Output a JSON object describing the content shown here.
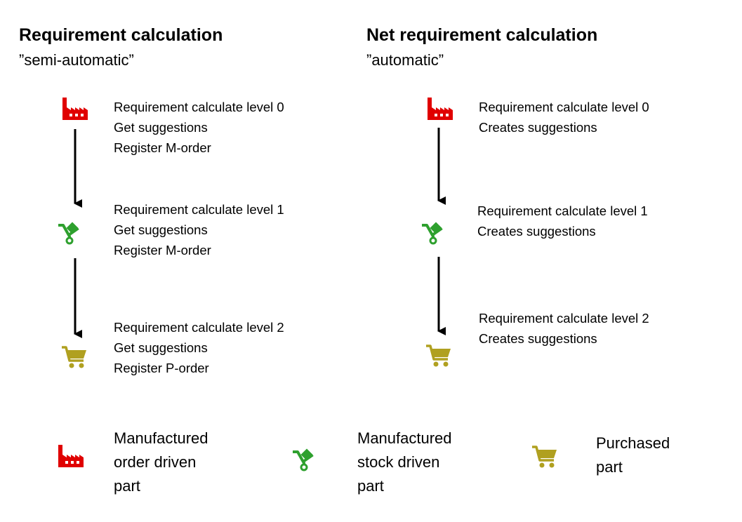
{
  "colors": {
    "factory": "#e00000",
    "trolley": "#2ea02e",
    "cart": "#b0a020",
    "arrow": "#000000"
  },
  "left": {
    "title": "Requirement calculation",
    "subtitle": "”semi-automatic”",
    "steps": [
      {
        "icon": "factory-icon",
        "lines": [
          "Requirement calculate level 0",
          "Get suggestions",
          "Register M-order"
        ]
      },
      {
        "icon": "hand-truck-icon",
        "lines": [
          "Requirement calculate level 1",
          "Get suggestions",
          "Register M-order"
        ]
      },
      {
        "icon": "shopping-cart-icon",
        "lines": [
          "Requirement calculate level 2",
          "Get suggestions",
          "Register P-order"
        ]
      }
    ]
  },
  "right": {
    "title": "Net requirement calculation",
    "subtitle": "”automatic”",
    "steps": [
      {
        "icon": "factory-icon",
        "lines": [
          "Requirement calculate level 0",
          "Creates suggestions"
        ]
      },
      {
        "icon": "hand-truck-icon",
        "lines": [
          "Requirement calculate level 1",
          "Creates suggestions"
        ]
      },
      {
        "icon": "shopping-cart-icon",
        "lines": [
          "Requirement calculate level 2",
          "Creates suggestions"
        ]
      }
    ]
  },
  "legend": [
    {
      "icon": "factory-icon",
      "lines": [
        "Manufactured",
        "order driven",
        "part"
      ]
    },
    {
      "icon": "hand-truck-icon",
      "lines": [
        "Manufactured",
        "stock driven",
        "part"
      ]
    },
    {
      "icon": "shopping-cart-icon",
      "lines": [
        "Purchased",
        "part"
      ]
    }
  ]
}
